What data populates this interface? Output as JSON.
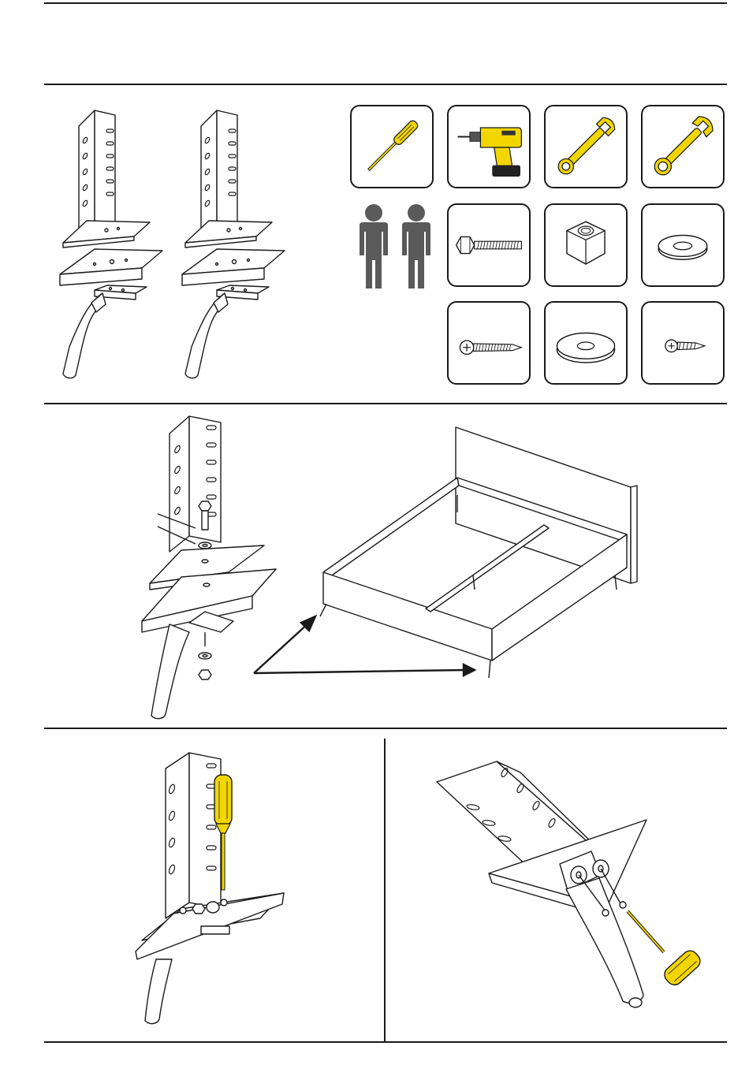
{
  "document": {
    "kind": "assembly-instructions",
    "steps": [
      {
        "id": "parts-and-tools",
        "contents": [
          "leg-assembly",
          "leg-assembly"
        ]
      },
      {
        "id": "attach-legs-to-frame"
      },
      {
        "id": "screw-bracket"
      },
      {
        "id": "screw-underside"
      }
    ]
  },
  "tools": [
    {
      "icon": "screwdriver-icon"
    },
    {
      "icon": "cordless-drill-icon"
    },
    {
      "icon": "open-wrench-icon"
    },
    {
      "icon": "combination-wrench-icon"
    }
  ],
  "personnel": {
    "count": 2,
    "icon": "person-icon"
  },
  "hardware": [
    {
      "icon": "hex-bolt-icon"
    },
    {
      "icon": "hex-nut-icon"
    },
    {
      "icon": "washer-icon"
    },
    {
      "icon": "wood-screw-icon"
    },
    {
      "icon": "large-washer-icon"
    },
    {
      "icon": "short-screw-icon"
    }
  ],
  "colors": {
    "line": "#1a1a1a",
    "tool_yellow": "#f2d600",
    "person_gray": "#5a5a5a"
  }
}
